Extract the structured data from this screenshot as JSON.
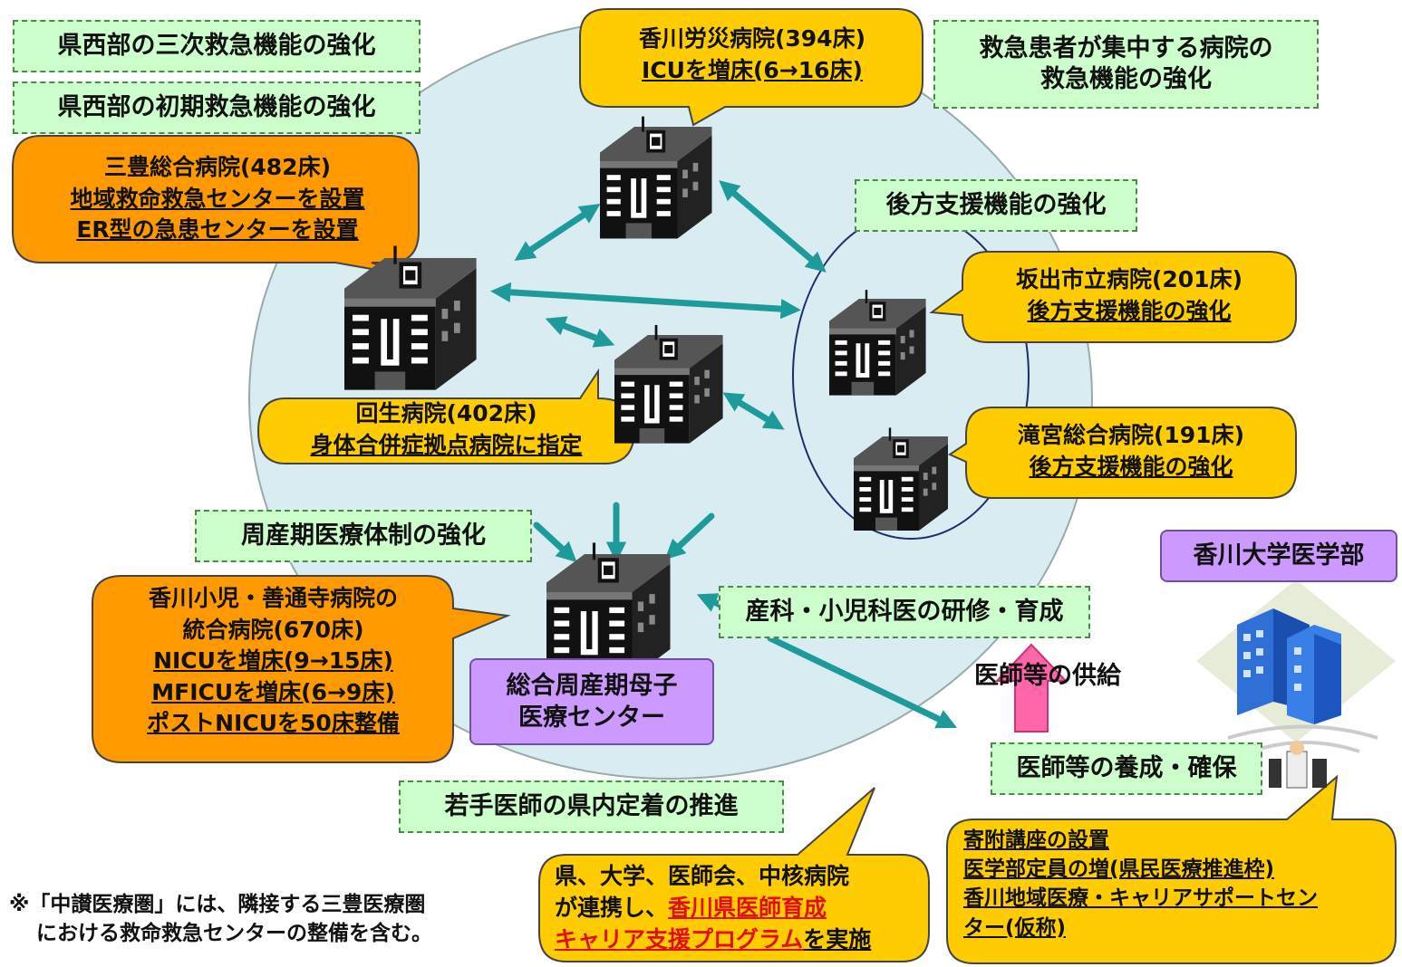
{
  "colors": {
    "orange": "#ff9900",
    "yellow": "#ffcc00",
    "green_box": "#ccffcc",
    "purple_box": "#cc99ff",
    "circle_fill": "#d9ecf2",
    "arrow": "#1f9a9a",
    "pink_arrow": "#ff66aa",
    "red_text": "#e01010"
  },
  "labels": {
    "west_tertiary": "県西部の三次救急機能の強化",
    "west_primary": "県西部の初期救急機能の強化",
    "concentration_1": "救急患者が集中する病院の",
    "concentration_2": "救急機能の強化",
    "backup_support": "後方支援機能の強化",
    "perinatal_system": "周産期医療体制の強化",
    "obgyn_training": "産科・小児科医の研修・育成",
    "young_doctors": "若手医師の県内定着の推進",
    "doctor_training": "医師等の養成・確保",
    "doctor_supply": "医師等の供給"
  },
  "hospitals": {
    "rosai": {
      "name": "香川労災病院(394床)",
      "note": "ICUを増床(6→16床)"
    },
    "mitoyo": {
      "name": "三豊総合病院(482床)",
      "note1": "地域救命救急センターを設置",
      "note2": "ER型の急患センターを設置"
    },
    "kaisei": {
      "name": "回生病院(402床)",
      "note": "身体合併症拠点病院に指定"
    },
    "sakaide": {
      "name": "坂出市立病院(201床)",
      "note": "後方支援機能の強化"
    },
    "takinomiya": {
      "name": "滝宮総合病院(191床)",
      "note": "後方支援機能の強化"
    },
    "kagawa_child": {
      "line1": "香川小児・善通寺病院の",
      "line2": "統合病院(670床)",
      "note1": "NICUを増床(9→15床)",
      "note2": "MFICUを増床(6→9床)",
      "note3": "ポストNICUを50床整備"
    }
  },
  "purple_boxes": {
    "perinatal_center_1": "総合周産期母子",
    "perinatal_center_2": "医療センター",
    "kagawa_univ": "香川大学医学部"
  },
  "bottom_bubble": {
    "line1": "県、大学、医師会、中核病院",
    "line2_prefix": "が連携し、",
    "line2_red": "香川県医師育成",
    "line3_red": "キャリア支援プログラム",
    "line3_suffix": "を実施"
  },
  "univ_bubble": {
    "line1": "寄附講座の設置",
    "line2": "医学部定員の増(県民医療推進枠)",
    "line3": "香川地域医療・キャリアサポートセン",
    "line4": "ター(仮称)"
  },
  "footnote": {
    "line1": "※「中讃医療圏」には、隣接する三豊医療圏",
    "line2": "における救命救急センターの整備を含む。"
  }
}
